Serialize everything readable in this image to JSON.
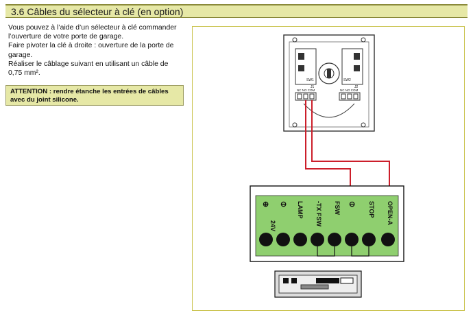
{
  "section": {
    "title": "3.6 Câbles du sélecteur à clé (en option)"
  },
  "paragraphs": [
    "Vous pouvez à l’aide d’un sélecteur à clé commander l’ouverture de votre porte de garage.",
    "Faire pivoter la clé à droite : ouverture de la porte de garage.",
    "Réaliser le câblage suivant en utilisant un câble de 0,75 mm²."
  ],
  "attention": "ATTENTION : rendre étanche les entrées de câbles avec du joint silicone.",
  "diagram": {
    "switch_labels": {
      "sw1": "SW1",
      "sw2": "SW2",
      "j1": "J1",
      "j2": "J2",
      "nc1": "NC NO COM",
      "nc2": "NC NO COM"
    },
    "terminals": [
      "⊕",
      "⊖",
      "LAMP",
      "-TX FSW",
      "FSW",
      "⊖",
      "STOP",
      "OPEN-A"
    ],
    "terminal_sub": [
      "24V",
      "",
      "",
      "",
      "",
      "",
      "",
      ""
    ],
    "colors": {
      "board": "#8fcf6f",
      "wire": "#cc1e2a",
      "accent": "#e6e8a6"
    }
  }
}
